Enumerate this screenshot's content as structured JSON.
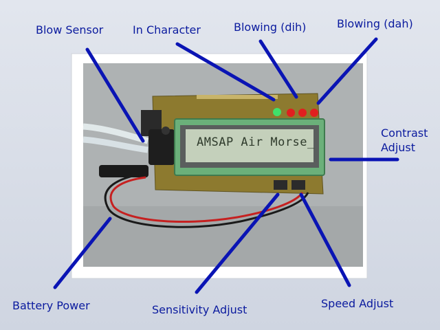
{
  "labels": {
    "blow_sensor": "Blow Sensor",
    "in_character": "In Character",
    "blowing_dih": "Blowing (dih)",
    "blowing_dah": "Blowing (dah)",
    "contrast_line1": "Contrast",
    "contrast_line2": "Adjust",
    "battery_power": "Battery Power",
    "sensitivity_adjust": "Sensitivity Adjust",
    "speed_adjust": "Speed Adjust"
  },
  "lcd": {
    "text": "AMSAP Air Morse_"
  },
  "colors": {
    "label": "#0a1a9e",
    "pointer": "#0a14b4",
    "pcb": "#8d7a2f",
    "lcd_bezel": "#6bb07a",
    "lcd_screen": "#c4d0bb",
    "led_green": "#3fe06a",
    "led_red": "#e01f1f"
  },
  "icons": [
    "usb-connector-icon",
    "pressure-sensor-icon",
    "potentiometer-icon"
  ]
}
